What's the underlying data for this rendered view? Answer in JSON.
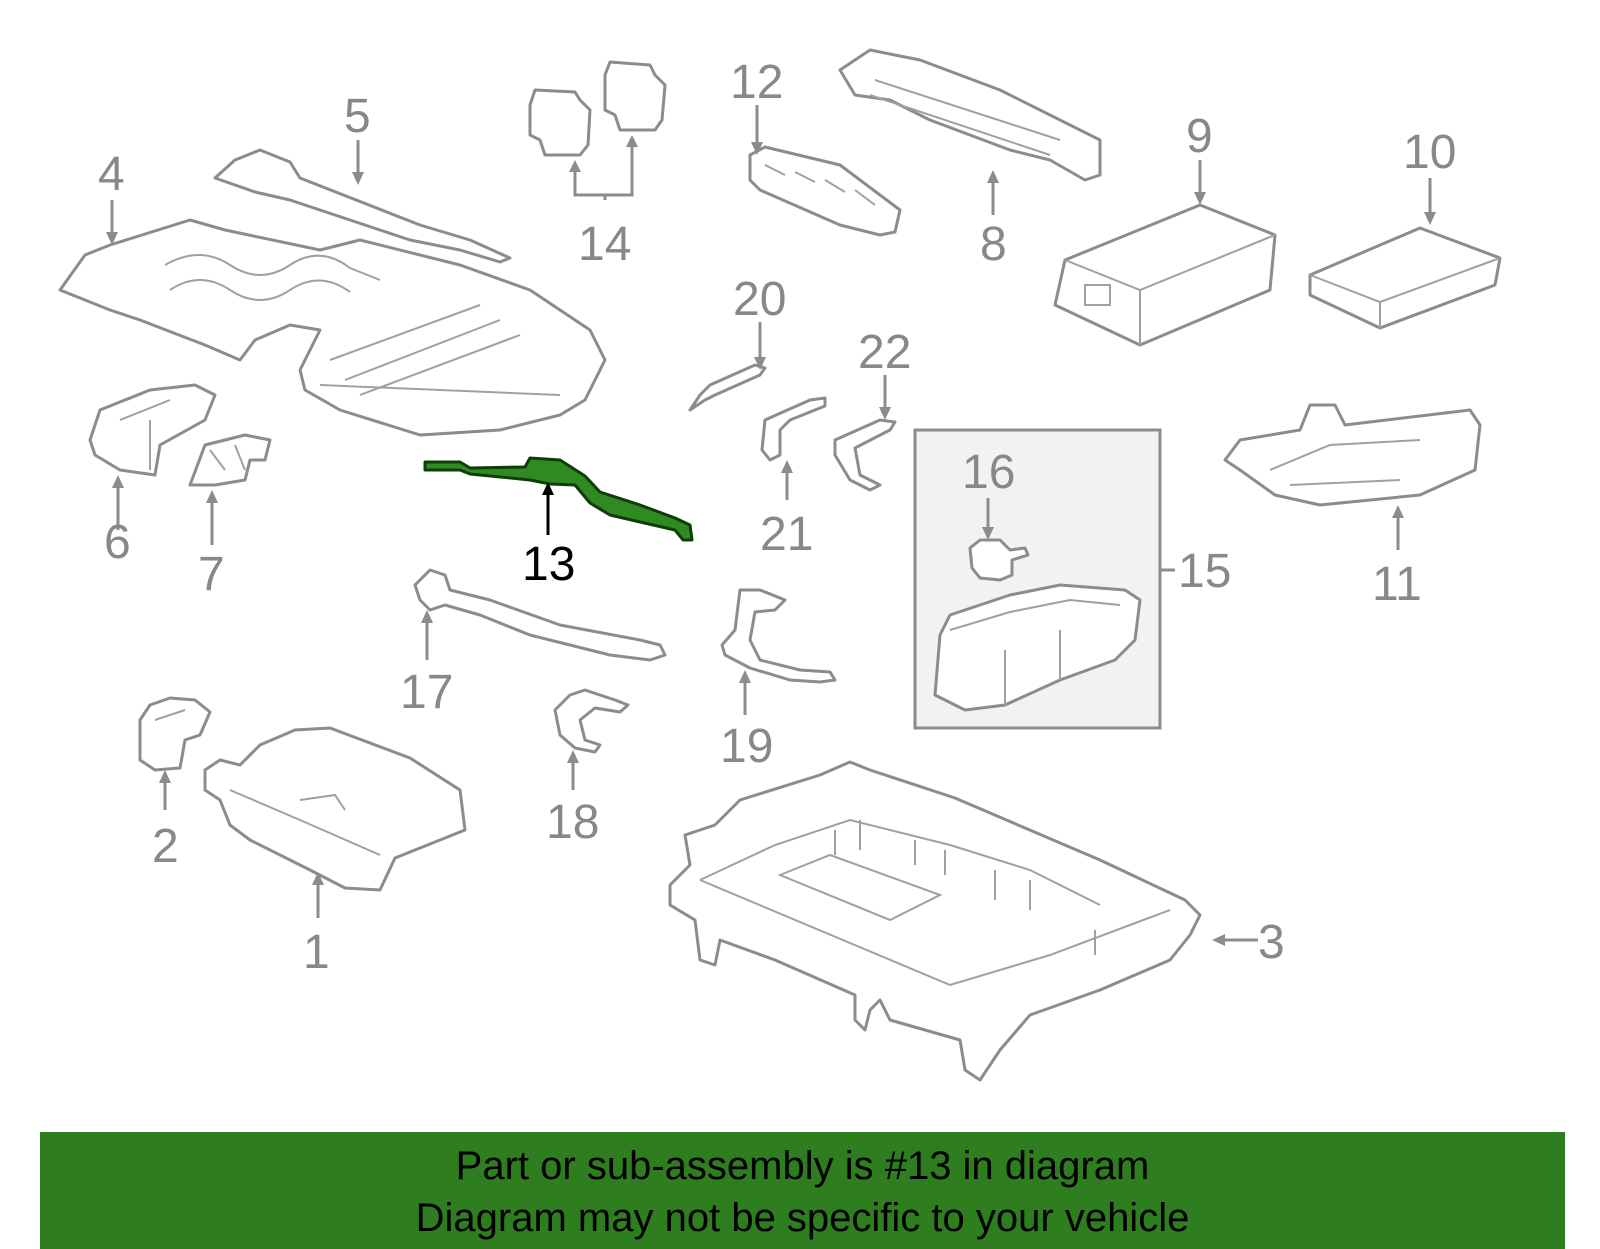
{
  "diagram": {
    "callouts": [
      "1",
      "2",
      "3",
      "4",
      "5",
      "6",
      "7",
      "8",
      "9",
      "10",
      "11",
      "12",
      "13",
      "14",
      "15",
      "16",
      "17",
      "18",
      "19",
      "20",
      "21",
      "22"
    ],
    "highlighted_part": "13",
    "highlight_color": "#2f8a22"
  },
  "footer": {
    "line1": "Part or sub-assembly is #13 in diagram",
    "line2": "Diagram may not be specific to your vehicle",
    "background": "#2e7d1f"
  }
}
